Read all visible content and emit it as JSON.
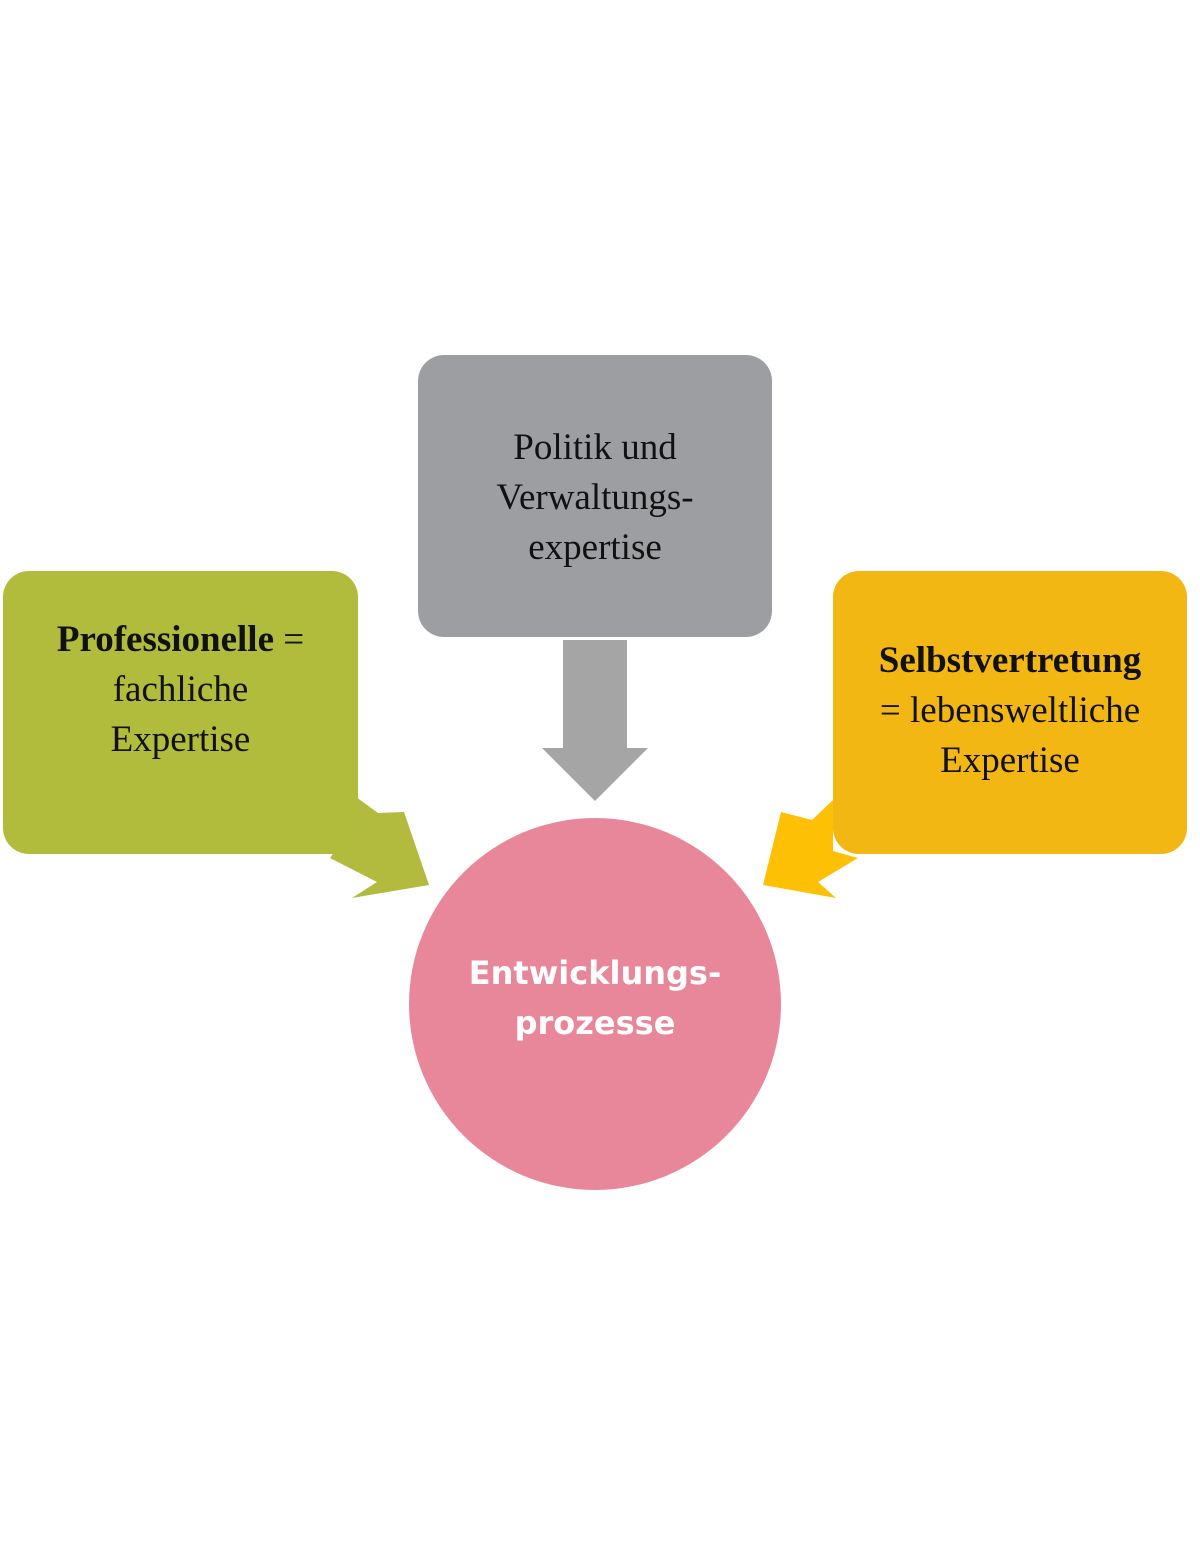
{
  "colors": {
    "gray_box": "#9d9ea2",
    "gray_arrow": "#a5a5a5",
    "green_box": "#b1bb3c",
    "green_arrow": "#b2bb3d",
    "yellow_box": "#f3b713",
    "yellow_arrow": "#fec004",
    "pink_circle": "#e9879a"
  },
  "politik": {
    "line1": "Politik und",
    "line2": "Verwaltungs-",
    "line3": "expertise"
  },
  "professionelle": {
    "bold": "Professionelle",
    "rest": " =",
    "line2": "fachliche",
    "line3": "Expertise"
  },
  "selbstvertretung": {
    "bold": "Selbstvertretung",
    "line2": "= lebensweltliche",
    "line3": "Expertise"
  },
  "entwicklung": {
    "line1": "Entwicklungs-",
    "line2": "prozesse"
  }
}
